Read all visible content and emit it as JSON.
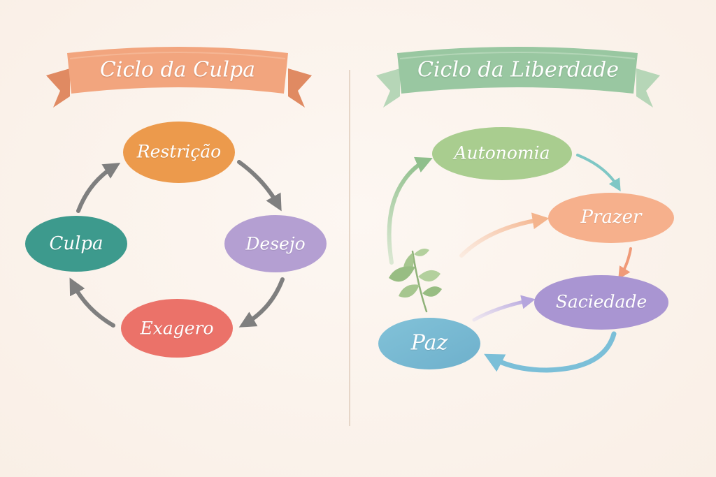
{
  "left_cycle": {
    "title": "Ciclo da Culpa",
    "nodes": {
      "restricao": "Restrição",
      "desejo": "Desejo",
      "exagero": "Exagero",
      "culpa": "Culpa"
    }
  },
  "right_cycle": {
    "title": "Ciclo da Liberdade",
    "nodes": {
      "autonomia": "Autonomia",
      "prazer": "Prazer",
      "saciedade": "Saciedade",
      "paz": "Paz"
    }
  },
  "colors": {
    "background": "#fbf3ec",
    "banner_left": "#f2a57e",
    "banner_right": "#99c7a1",
    "restricao": "#ec9a4c",
    "desejo": "#b49fd2",
    "exagero": "#eb7269",
    "culpa": "#3d9a8d",
    "autonomia": "#a9cd8f",
    "prazer": "#f6b08c",
    "saciedade": "#a995d2",
    "paz": "#79bad2",
    "arrow_gray": "#808080",
    "leaf": "#9dc088"
  },
  "icons": {
    "decor": "leaf-sprig-icon"
  }
}
